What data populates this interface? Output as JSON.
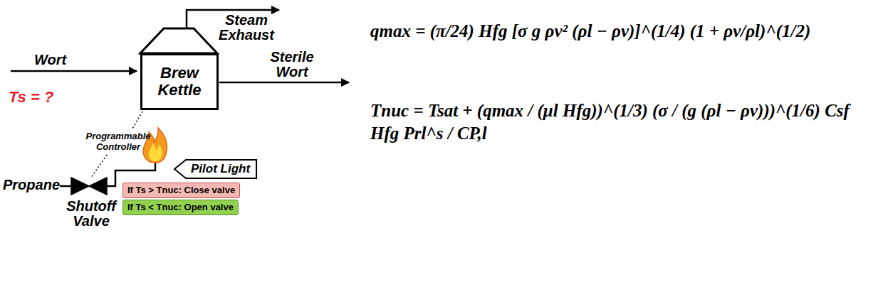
{
  "diagram": {
    "nodes": [
      {
        "text": [
          "Brew Kettle"
        ]
      },
      {
        "text": [
          "Pilot Light"
        ]
      },
      {
        "text": [
          "If Ts > Tnuc: Close valve"
        ]
      },
      {
        "text": [
          "If Ts < Tnuc: Open valve"
        ]
      }
    ],
    "labels": [
      "Steam Exhaust",
      "Wort",
      "Sterile Wort",
      "Ts = ?",
      "Programmable Controller",
      "Propane",
      "Shutoff Valve",
      "qmax = (π/24) Hfg [σ g ρv² (ρl − ρv)]^(1/4) (1 + ρv/ρl)^(1/2)",
      "Tnuc = Tsat + (qmax / (μl Hfg))^(1/3) (σ / (g (ρl − ρv)))^(1/6) Csf Hfg Prl^s / CP,l"
    ]
  }
}
